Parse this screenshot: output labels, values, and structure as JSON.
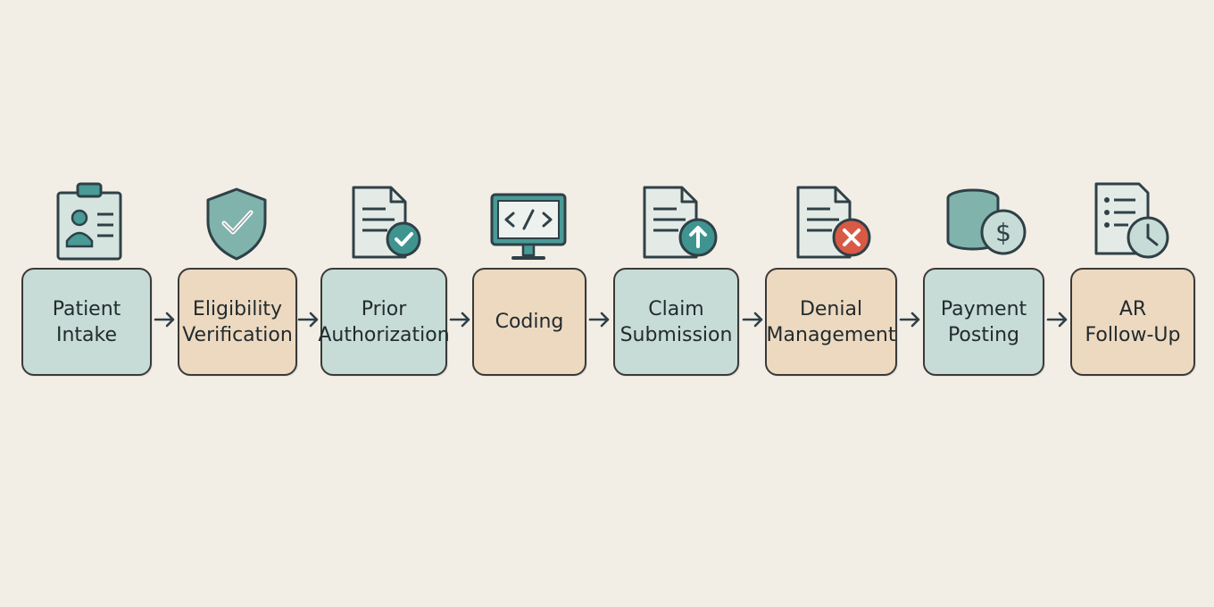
{
  "steps": [
    {
      "line1": "Patient",
      "line2": "Intake",
      "icon": "patient-id-card-icon",
      "fill": "teal"
    },
    {
      "line1": "Eligibility",
      "line2": "Verification",
      "icon": "shield-check-icon",
      "fill": "tan"
    },
    {
      "line1": "Prior",
      "line2": "Authorization",
      "icon": "document-check-icon",
      "fill": "teal"
    },
    {
      "line1": "Coding",
      "line2": "",
      "icon": "code-monitor-icon",
      "fill": "tan"
    },
    {
      "line1": "Claim",
      "line2": "Submission",
      "icon": "document-upload-icon",
      "fill": "teal"
    },
    {
      "line1": "Denial",
      "line2": "Management",
      "icon": "document-denied-icon",
      "fill": "tan"
    },
    {
      "line1": "Payment",
      "line2": "Posting",
      "icon": "coins-dollar-icon",
      "fill": "teal"
    },
    {
      "line1": "AR",
      "line2": "Follow-Up",
      "icon": "checklist-clock-icon",
      "fill": "tan"
    }
  ],
  "colors": {
    "teal": "#c7dcd6",
    "tan": "#ecd9c0",
    "outline": "#2f4047",
    "accent": "#4a9a96",
    "deny": "#d85a45",
    "background": "#f2eee6"
  }
}
